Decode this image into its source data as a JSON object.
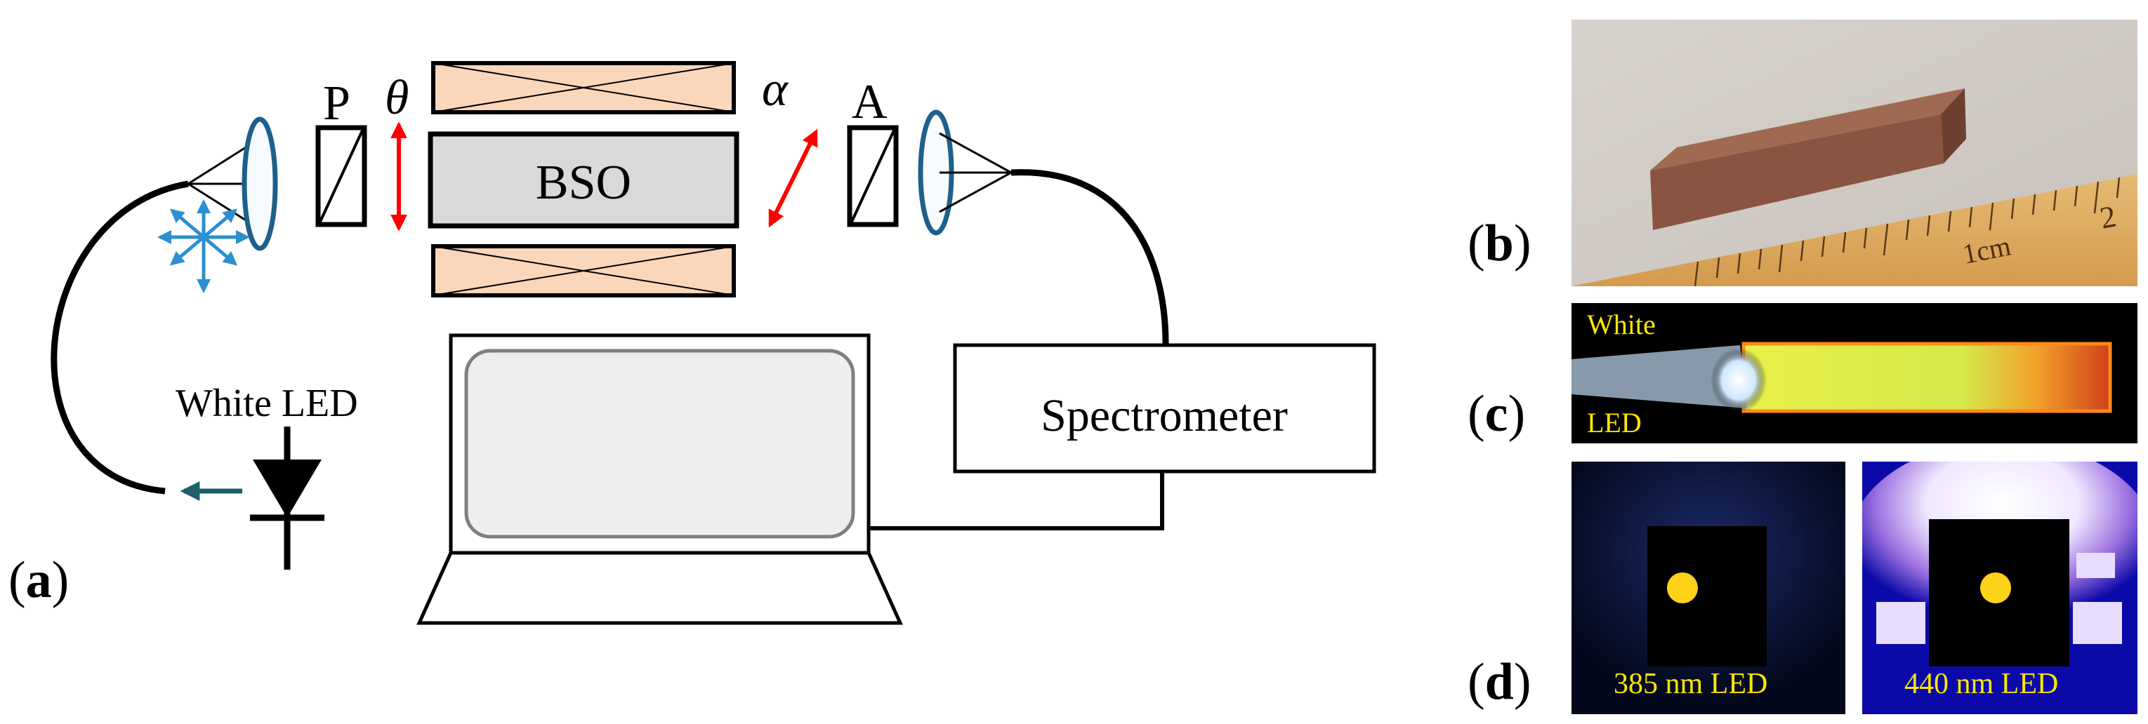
{
  "diagram": {
    "labels": {
      "polarizer": "P",
      "analyzer": "A",
      "theta": "θ",
      "alpha": "α",
      "crystal": "BSO",
      "source": "White LED",
      "spectrometer": "Spectrometer"
    },
    "colors": {
      "coil_fill": "#fad6bb",
      "crystal_fill": "#d9d9d9",
      "polarization_arrow": "#ff0000",
      "lens_stroke": "#1f5f8b",
      "light_arrows": "#2b8fd0",
      "led_arrow": "#1d5f6b"
    }
  },
  "panels": {
    "a": {
      "letter": "a"
    },
    "b": {
      "letter": "b",
      "scale_text": "1cm",
      "scale_number": "2"
    },
    "c": {
      "letter": "c",
      "text_top": "White",
      "text_bottom": "LED"
    },
    "d": {
      "letter": "d",
      "left_caption": "385 nm LED",
      "right_caption": "440 nm LED"
    }
  }
}
